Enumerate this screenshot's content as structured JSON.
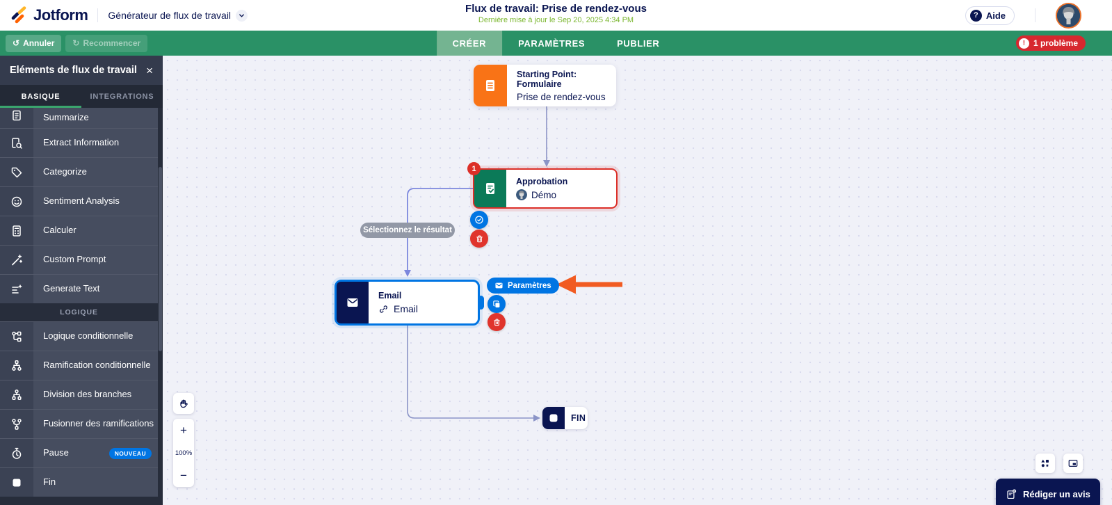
{
  "icons": {
    "help_glyph": "?",
    "close_glyph": "×",
    "undo_glyph": "↺",
    "redo_glyph": "↻",
    "chevron_down_glyph": "⌄",
    "problem_glyph": "!",
    "zoom_in_glyph": "+",
    "zoom_out_glyph": "−"
  },
  "header": {
    "logo_text": "Jotform",
    "product_name": "Générateur de flux de travail",
    "title": "Flux de travail: Prise de rendez-vous",
    "last_updated": "Dernière mise à jour le Sep 20, 2025 4:34 PM",
    "help_label": "Aide"
  },
  "toolbar": {
    "undo_label": "Annuler",
    "redo_label": "Recommencer",
    "tabs": [
      {
        "label": "CRÉER",
        "active": true
      },
      {
        "label": "PARAMÈTRES",
        "active": false
      },
      {
        "label": "PUBLIER",
        "active": false
      }
    ],
    "problem_badge": "1 problème"
  },
  "sidebar": {
    "title": "Eléments de flux de travail",
    "tabs": [
      {
        "label": "BASIQUE",
        "active": true
      },
      {
        "label": "INTEGRATIONS",
        "active": false
      }
    ],
    "section_label": "LOGIQUE",
    "items": [
      {
        "label": "Summarize",
        "icon": "summarize-icon"
      },
      {
        "label": "Extract Information",
        "icon": "extract-information-icon"
      },
      {
        "label": "Categorize",
        "icon": "categorize-icon"
      },
      {
        "label": "Sentiment Analysis",
        "icon": "sentiment-analysis-icon"
      },
      {
        "label": "Calculer",
        "icon": "calculate-icon"
      },
      {
        "label": "Custom Prompt",
        "icon": "custom-prompt-icon"
      },
      {
        "label": "Generate Text",
        "icon": "generate-text-icon"
      },
      {
        "label": "Logique conditionnelle",
        "icon": "conditional-logic-icon"
      },
      {
        "label": "Ramification conditionnelle",
        "icon": "conditional-branch-icon"
      },
      {
        "label": "Division des branches",
        "icon": "branch-split-icon"
      },
      {
        "label": "Fusionner des ramifications",
        "icon": "branch-merge-icon"
      },
      {
        "label": "Pause",
        "icon": "pause-timer-icon",
        "badge": "NOUVEAU"
      },
      {
        "label": "Fin",
        "icon": "end-icon"
      }
    ]
  },
  "canvas": {
    "nodes": {
      "start": {
        "title": "Starting Point: Formulaire",
        "subtitle": "Prise de rendez-vous"
      },
      "approval": {
        "title": "Approbation",
        "assignee": "Démo",
        "error_count": "1"
      },
      "email": {
        "title": "Email",
        "linked_form": "Email"
      },
      "end": {
        "label": "FIN"
      }
    },
    "result_tooltip": "Sélectionnez le résultat",
    "settings_button_label": "Paramètres",
    "zoom_level": "100%"
  },
  "footer": {
    "review_button_label": "Rédiger un avis"
  },
  "colors": {
    "brand_navy": "#0a1551",
    "toolbar_green": "#2a9166",
    "active_tab_green": "#74b491",
    "accent_blue": "#0075e3",
    "error_red": "#dc2f28",
    "form_orange": "#f97316",
    "approval_green": "#0b7a58",
    "annotation_arrow_orange": "#f15b22",
    "updated_text_green": "#7ab62e"
  }
}
